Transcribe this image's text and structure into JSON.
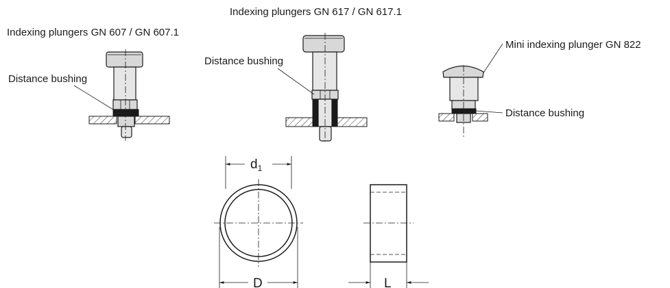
{
  "labels": {
    "gn607": "Indexing plungers  GN 607 / GN 607.1",
    "gn617": "Indexing plungers  GN 617 / GN 617.1",
    "gn822": "Mini indexing plunger  GN 822",
    "bushing_left": "Distance bushing",
    "bushing_center": "Distance bushing",
    "bushing_right": "Distance bushing"
  },
  "dimensions": {
    "d1_main": "d",
    "d1_sub": "1",
    "D": "D",
    "L": "L"
  }
}
